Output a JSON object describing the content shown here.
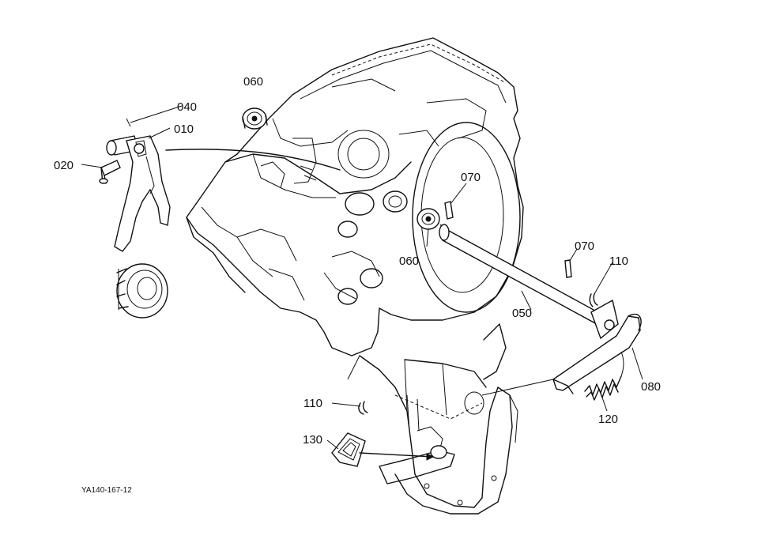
{
  "figure_code": "YA140-167-12",
  "part_labels": [
    {
      "id": "060a",
      "text": "060"
    },
    {
      "id": "040",
      "text": "040"
    },
    {
      "id": "010",
      "text": "010"
    },
    {
      "id": "020",
      "text": "020"
    },
    {
      "id": "070a",
      "text": "070"
    },
    {
      "id": "060b",
      "text": "060"
    },
    {
      "id": "070b",
      "text": "070"
    },
    {
      "id": "110a",
      "text": "110"
    },
    {
      "id": "050",
      "text": "050"
    },
    {
      "id": "080",
      "text": "080"
    },
    {
      "id": "120",
      "text": "120"
    },
    {
      "id": "110b",
      "text": "110"
    },
    {
      "id": "130",
      "text": "130"
    }
  ]
}
